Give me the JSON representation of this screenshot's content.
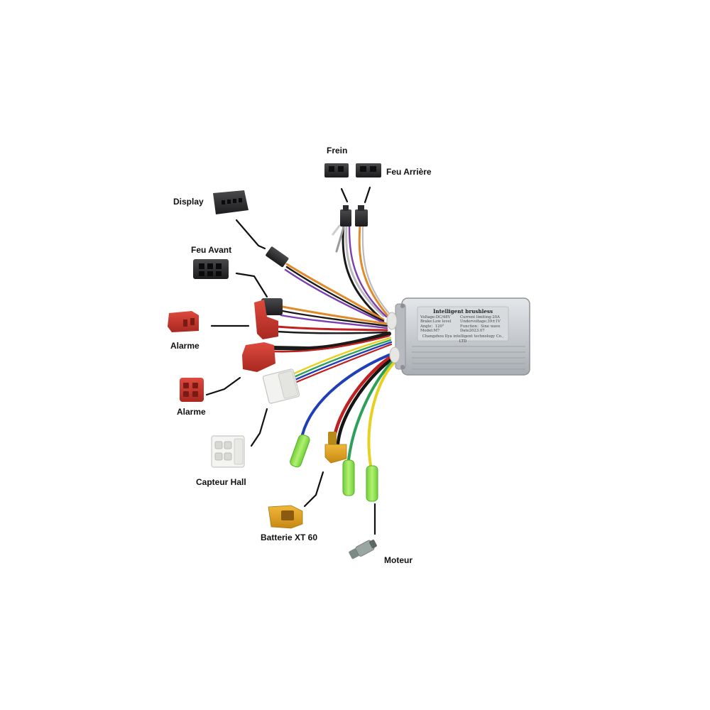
{
  "labels": {
    "frein": "Frein",
    "feu_arriere": "Feu Arrière",
    "display": "Display",
    "feu_avant": "Feu Avant",
    "alarme_1": "Alarme",
    "alarme_2": "Alarme",
    "capteur_hall": "Capteur Hall",
    "batterie": "Batterie XT 60",
    "moteur": "Moteur"
  },
  "controller_label": {
    "title": "Intelligent brushless",
    "voltage": "Voltage:DC/48V",
    "current_limiting": "Current limiting:20A",
    "brake": "Brake:Low level",
    "undervoltage": "Undervoltage:39±1V",
    "angle": "Angle：120°",
    "function": "Function：Sine wave",
    "model": "Model:M7",
    "date": "Date2023.07",
    "manufacturer": "Changzhou Ilya intelligent technology Co., LTD"
  },
  "colors": {
    "connector_black": "#2c2c2e",
    "connector_red": "#c8372d",
    "connector_white": "#eeeeec",
    "xt60_yellow": "#e0a020",
    "sleeve_green": "#8fe04a",
    "controller_silver": "#c9cdd1",
    "wire_orange": "#e08a2c",
    "wire_purple": "#7a3fb0",
    "wire_blue": "#1f3fb8",
    "wire_green": "#2fa05a",
    "wire_yellow": "#e8d020",
    "wire_red": "#c02020",
    "wire_black": "#151515",
    "leader_line": "#111111"
  }
}
